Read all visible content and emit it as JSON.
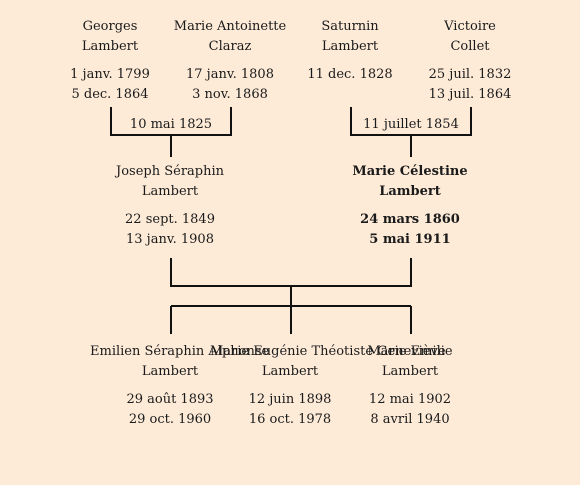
{
  "colors": {
    "background": "#fdebd8",
    "lines": "#111111",
    "text": "#1a1a1a"
  },
  "grandparents": [
    {
      "first": "Georges",
      "last": "Lambert",
      "birth": "1 janv. 1799",
      "death": "5 dec. 1864"
    },
    {
      "first": "Marie Antoinette",
      "last": "Claraz",
      "birth": "17 janv. 1808",
      "death": "3 nov. 1868"
    },
    {
      "first": "Saturnin",
      "last": "Lambert",
      "birth": "11 dec. 1828",
      "death": ""
    },
    {
      "first": "Victoire",
      "last": "Collet",
      "birth": "25 juil. 1832",
      "death": "13 juil. 1864"
    }
  ],
  "marriages": [
    {
      "date": "10 mai 1825"
    },
    {
      "date": "11 juillet 1854"
    }
  ],
  "parents": [
    {
      "first": "Joseph Séraphin",
      "last": "Lambert",
      "birth": "22 sept. 1849",
      "death": "13 janv. 1908"
    },
    {
      "first": "Marie Célestine",
      "last": "Lambert",
      "birth": "24 mars 1860",
      "death": "5 mai 1911"
    }
  ],
  "children": [
    {
      "first": "Emilien Séraphin Alphonse",
      "last": "Lambert",
      "birth": "29 août 1893",
      "death": "29 oct. 1960"
    },
    {
      "first": "Marie Eugénie Théotiste Geneviève",
      "last": "Lambert",
      "birth": "12 juin 1898",
      "death": "16 oct. 1978"
    },
    {
      "first": "Marie Emilie",
      "last": "Lambert",
      "birth": "12 mai 1902",
      "death": "8 avril 1940"
    }
  ]
}
